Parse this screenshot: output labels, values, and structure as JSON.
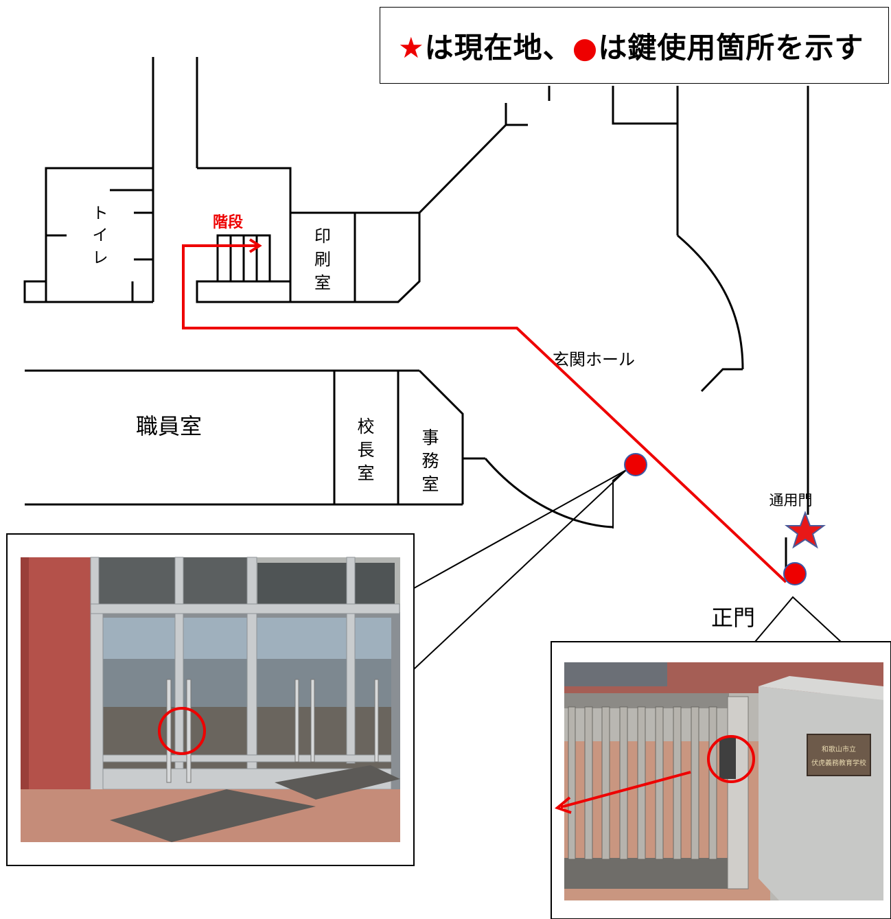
{
  "legend": {
    "star_symbol": "★",
    "text_part1": "は現在地、",
    "dot_symbol": "●",
    "text_part2": "は鍵使用箇所を示す"
  },
  "rooms": {
    "toilet": [
      "ト",
      "イ",
      "レ"
    ],
    "stairs": "階段",
    "print_room": [
      "印",
      "刷",
      "室"
    ],
    "entrance_hall": "玄関ホール",
    "staff_room": "職員室",
    "principal_room": [
      "校",
      "長",
      "室"
    ],
    "office": [
      "事",
      "務",
      "室"
    ],
    "side_gate": "通用門",
    "main_gate": "正門"
  },
  "photos": {
    "entrance_door_caption": "",
    "main_gate_plate": [
      "和歌山市立",
      "伏虎義務教育学校"
    ]
  },
  "colors": {
    "route": "#ee0000",
    "marker": "#ee0000",
    "star": "#e81818",
    "star_outline": "#4a5a9a",
    "marker_outline": "#3a5aa8"
  }
}
